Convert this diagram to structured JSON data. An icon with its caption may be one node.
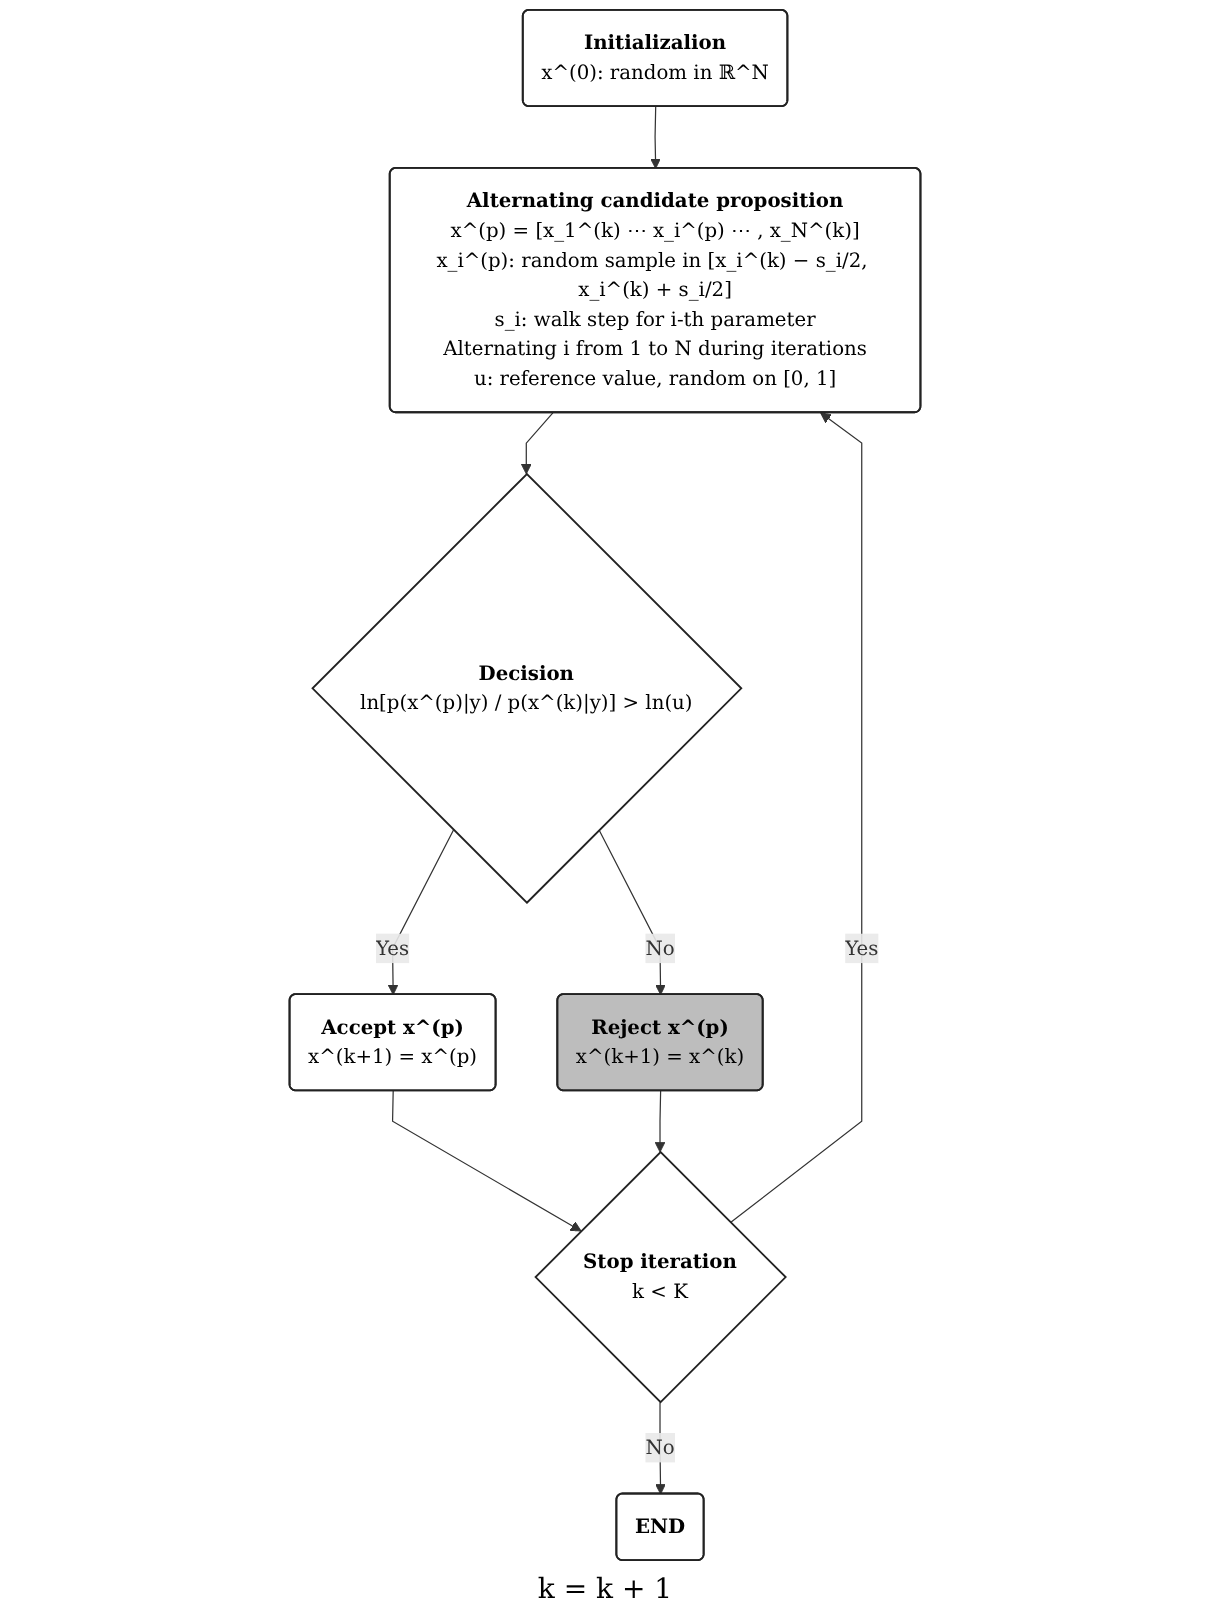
{
  "diagram": {
    "nodes": [
      {
        "text": [
          "Initializalion",
          "x^(0): random in ℝ^N"
        ]
      },
      {
        "text": [
          "Alternating candidate proposition",
          "x^(p) = [x_1^(k) ⋯ x_i^(p) ⋯ , x_N^(k)]",
          "x_i^(p): random sample in [x_i^(k) − s_i/2, x_i^(k) + s_i/2]",
          "s_i: walk step for i-th parameter",
          "Alternating i from 1 to N during iterations",
          "u: reference value, random on [0, 1]"
        ]
      },
      {
        "text": [
          "Decision",
          "ln[p(x^(p)|y) / p(x^(k)|y)] > ln(u)"
        ]
      },
      {
        "text": [
          "Accept x^(p)",
          "x^(k+1) = x^(p)"
        ]
      },
      {
        "text": [
          "Reject x^(p)",
          "x^(k+1) = x^(k)"
        ]
      },
      {
        "text": [
          "Stop iteration",
          "k < K"
        ]
      },
      {
        "text": [
          "END"
        ]
      }
    ],
    "edges": [
      {
        "from": 0,
        "to": 1,
        "arrow": "to"
      },
      {
        "from": 1,
        "to": 2,
        "arrow": "to"
      },
      {
        "from": 2,
        "to": 3,
        "arrow": "to",
        "label": "Yes"
      },
      {
        "from": 2,
        "to": 4,
        "arrow": "to",
        "label": "No"
      },
      {
        "from": 3,
        "to": 5,
        "arrow": "to"
      },
      {
        "from": 4,
        "to": 5,
        "arrow": "to"
      },
      {
        "from": 5,
        "to": 6,
        "arrow": "to",
        "label": "No"
      },
      {
        "from": 5,
        "to": 1,
        "arrow": "to",
        "label": "Yes"
      }
    ],
    "labels": [
      "k = k + 1"
    ]
  }
}
